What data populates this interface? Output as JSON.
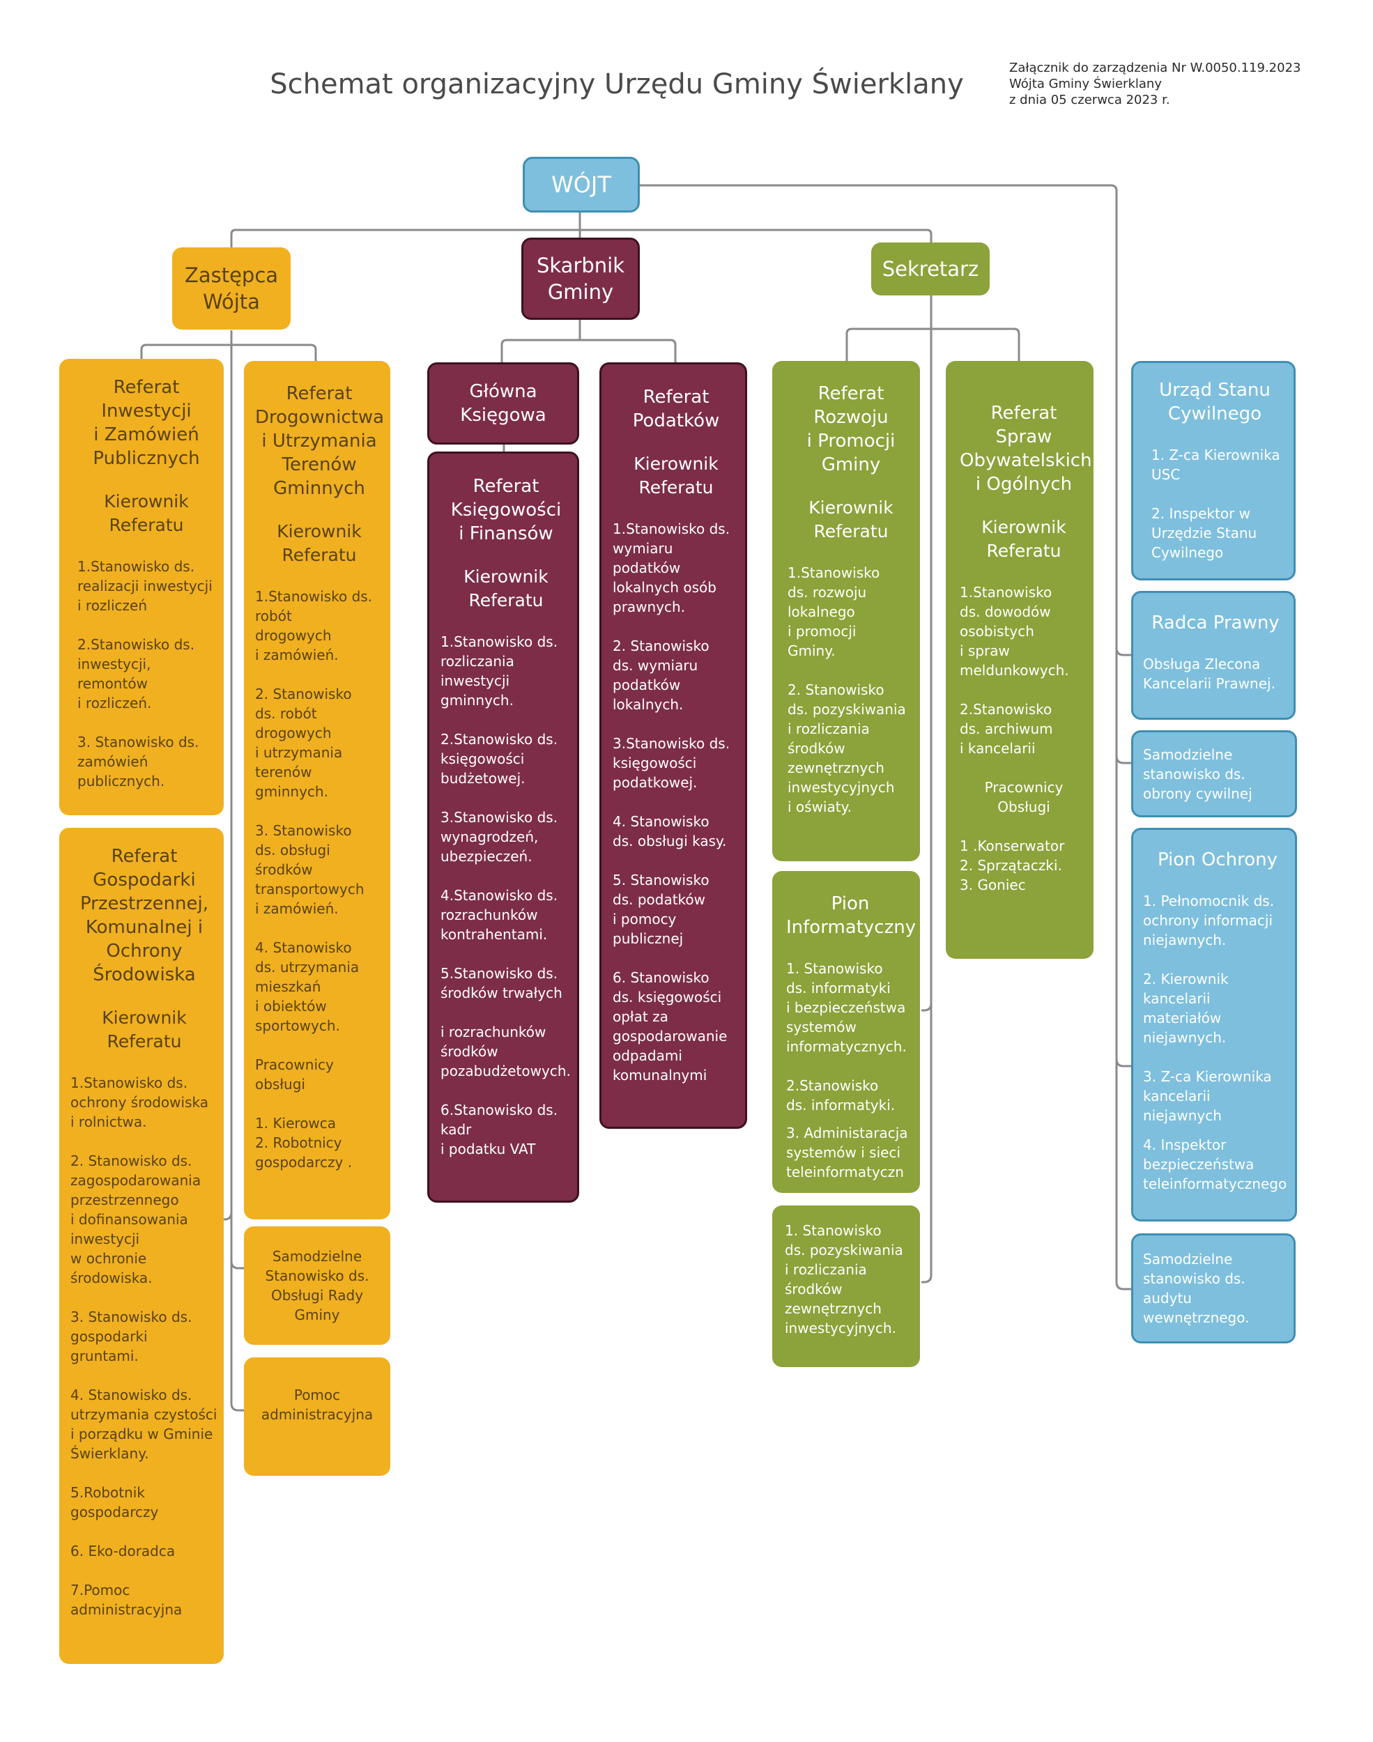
{
  "title": "Schemat organizacyjny Urzędu Gminy Świerklany",
  "annex": [
    "Załącznik do zarządzenia Nr W.0050.119.2023",
    "Wójta Gminy Świerklany",
    "z dnia 05 czerwca 2023 r."
  ],
  "colors": {
    "wojt": "#7ebfdd",
    "zastepca": "#f0b020",
    "skarbnik": "#7d2d47",
    "sekretarz": "#8ca23a",
    "connector": "#8a8a8a"
  },
  "wojt": "WÓJT",
  "zastepca": {
    "title": [
      "Zastępca",
      "Wójta"
    ]
  },
  "skarbnik": {
    "title": [
      "Skarbnik",
      "Gminy"
    ]
  },
  "sekretarz": {
    "title": "Sekretarz"
  },
  "ref_inwestycji": {
    "title": [
      "Referat",
      "Inwestycji",
      "i Zamówień",
      "Publicznych"
    ],
    "head": [
      "Kierownik",
      "Referatu"
    ],
    "items": [
      [
        "1.Stanowisko   ds.",
        "realizacji inwestycji",
        "i rozliczeń"
      ],
      [
        "2.Stanowisko   ds.",
        "inwestycji,",
        "remontów",
        "i rozliczeń."
      ],
      [
        "3. Stanowisko   ds.",
        "zamówień",
        "publicznych."
      ]
    ]
  },
  "ref_gospodarki": {
    "title": [
      "Referat",
      "Gospodarki",
      "Przestrzennej,",
      "Komunalnej i",
      "Ochrony",
      "Środowiska"
    ],
    "head": [
      "Kierownik",
      "Referatu"
    ],
    "items": [
      [
        "1.Stanowisko ds.",
        "ochrony środowiska",
        "i rolnictwa."
      ],
      [
        "2. Stanowisko ds.",
        "zagospodarowania",
        "przestrzennego",
        "i dofinansowania",
        "inwestycji",
        "w ochronie",
        "środowiska."
      ],
      [
        "3. Stanowisko ds.",
        "gospodarki",
        "gruntami."
      ],
      [
        "4. Stanowisko ds.",
        "utrzymania czystości",
        "i porządku w Gminie",
        "Świerklany."
      ],
      [
        "5.Robotnik",
        "gospodarczy"
      ],
      [
        "6. Eko-doradca"
      ],
      [
        "7.Pomoc",
        "administracyjna"
      ]
    ]
  },
  "ref_drogownictwa": {
    "title": [
      "Referat",
      "Drogownictwa",
      "i Utrzymania",
      "Terenów",
      "Gminnych"
    ],
    "head": [
      "Kierownik",
      "Referatu"
    ],
    "items": [
      [
        "1.Stanowisko   ds.",
        "robót",
        "drogowych",
        "i zamówień."
      ],
      [
        "2. Stanowisko",
        "ds.    robót",
        "drogowych",
        "i utrzymania",
        "terenów",
        "gminnych."
      ],
      [
        "3. Stanowisko",
        "ds. obsługi",
        "środków",
        "transportowych",
        "i zamówień."
      ],
      [
        "4. Stanowisko",
        "ds. utrzymania",
        "mieszkań",
        "i obiektów",
        "sportowych."
      ]
    ],
    "staff_title": [
      "Pracownicy",
      "obsługi"
    ],
    "staff": [
      "1. Kierowca",
      "2. Robotnicy",
      "gospodarczy ."
    ]
  },
  "samodzielne_rady": [
    "Samodzielne",
    "Stanowisko   ds.",
    "Obsługi   Rady",
    "Gminy"
  ],
  "pomoc_admin": [
    "Pomoc",
    "administracyjna"
  ],
  "glowna_ksiegowa": [
    "Główna",
    "Księgowa"
  ],
  "ref_ksiegowosci": {
    "title": [
      "Referat",
      "Księgowości",
      "i Finansów"
    ],
    "head": [
      "Kierownik",
      "Referatu"
    ],
    "items": [
      [
        "1.Stanowisko   ds.",
        "rozliczania",
        "inwestycji",
        "gminnych."
      ],
      [
        "2.Stanowisko   ds.",
        "księgowości",
        "budżetowej."
      ],
      [
        "3.Stanowisko   ds.",
        "wynagrodzeń,",
        "ubezpieczeń."
      ],
      [
        "4.Stanowisko   ds.",
        "rozrachunków",
        "kontrahentami."
      ],
      [
        "5.Stanowisko   ds.",
        "środków   trwałych"
      ],
      [
        "i rozrachunków",
        "środków",
        "pozabudżetowych."
      ],
      [
        "6.Stanowisko   ds.",
        "kadr",
        "i podatku    VAT"
      ]
    ]
  },
  "ref_podatkow": {
    "title": [
      "Referat",
      "Podatków"
    ],
    "head": [
      "Kierownik",
      "Referatu"
    ],
    "items": [
      [
        "1.Stanowisko   ds.",
        "wymiaru",
        "podatków",
        "lokalnych    osób",
        "prawnych."
      ],
      [
        "2. Stanowisko",
        "ds. wymiaru",
        "podatków",
        "lokalnych."
      ],
      [
        "3.Stanowisko   ds.",
        "księgowości",
        "podatkowej."
      ],
      [
        "4. Stanowisko",
        "ds. obsługi kasy."
      ],
      [
        "5. Stanowisko",
        "ds. podatków",
        "i pomocy",
        "publicznej"
      ],
      [
        "6. Stanowisko",
        "ds. księgowości",
        "opłat  za",
        "gospodarowanie",
        "odpadami",
        "komunalnymi"
      ]
    ]
  },
  "ref_rozwoju": {
    "title": [
      "Referat",
      "Rozwoju",
      "i  Promocji",
      "Gminy"
    ],
    "head": [
      "Kierownik",
      "Referatu"
    ],
    "items": [
      [
        "1.Stanowisko",
        "ds. rozwoju",
        "lokalnego",
        "i promocji",
        "Gminy."
      ],
      [
        "2. Stanowisko",
        "ds. pozyskiwania",
        "i rozliczania",
        "środków",
        "zewnętrznych",
        "inwestycyjnych",
        "i oświaty."
      ]
    ]
  },
  "pion_informatyczny": {
    "title": [
      "Pion",
      "Informatyczny"
    ],
    "items": [
      [
        "1. Stanowisko",
        "ds. informatyki",
        "i bezpieczeństwa",
        "systemów",
        "informatycznych."
      ],
      [
        "2.Stanowisko",
        "ds. informatyki."
      ],
      [
        "3. Administaracja",
        "systemów i sieci",
        "teleinformatyczn"
      ]
    ]
  },
  "stanowisko_pozyskiwania": [
    "1. Stanowisko",
    "ds.  pozyskiwania",
    "i rozliczania",
    "środków",
    "zewnętrznych",
    "inwestycyjnych."
  ],
  "ref_spraw": {
    "title": [
      "Referat Spraw",
      "Obywatelskich",
      "i Ogólnych"
    ],
    "head": [
      "Kierownik",
      "Referatu"
    ],
    "items": [
      [
        " 1.Stanowisko",
        "ds. dowodów",
        "osobistych",
        "i spraw",
        "meldunkowych."
      ],
      [
        "2.Stanowisko",
        "ds. archiwum",
        "i kancelarii"
      ]
    ],
    "staff_title": [
      "Pracownicy",
      "Obsługi"
    ],
    "staff": [
      "1 .Konserwator",
      "2. Sprzątaczki.",
      "3. Goniec"
    ]
  },
  "usc": {
    "title": [
      "Urząd Stanu",
      "Cywilnego"
    ],
    "items": [
      [
        "1. Z-ca Kierownika",
        "USC"
      ],
      [
        "2. Inspektor w",
        "Urzędzie Stanu",
        "Cywilnego"
      ]
    ]
  },
  "radca": {
    "title": "Radca Prawny",
    "lines": [
      "Obsługa   Zlecona",
      "Kancelarii   Prawnej."
    ]
  },
  "obrona": [
    "Samodzielne",
    "stanowisko    ds.",
    "obrony cywilnej"
  ],
  "pion_ochrony": {
    "title": "Pion Ochrony",
    "items": [
      [
        "1. Pełnomocnik    ds.",
        "ochrony informacji",
        "niejawnych."
      ],
      [
        "2. Kierownik",
        "kancelarii",
        "materiałów",
        "niejawnych."
      ],
      [
        "3. Z-ca Kierownika",
        "kancelarii",
        "niejawnych"
      ],
      [
        "4. Inspektor",
        "bezpieczeństwa",
        "teleinformatycznego"
      ]
    ]
  },
  "audyt": [
    "Samodzielne",
    "stanowisko     ds.",
    "audytu",
    "wewnętrznego."
  ]
}
